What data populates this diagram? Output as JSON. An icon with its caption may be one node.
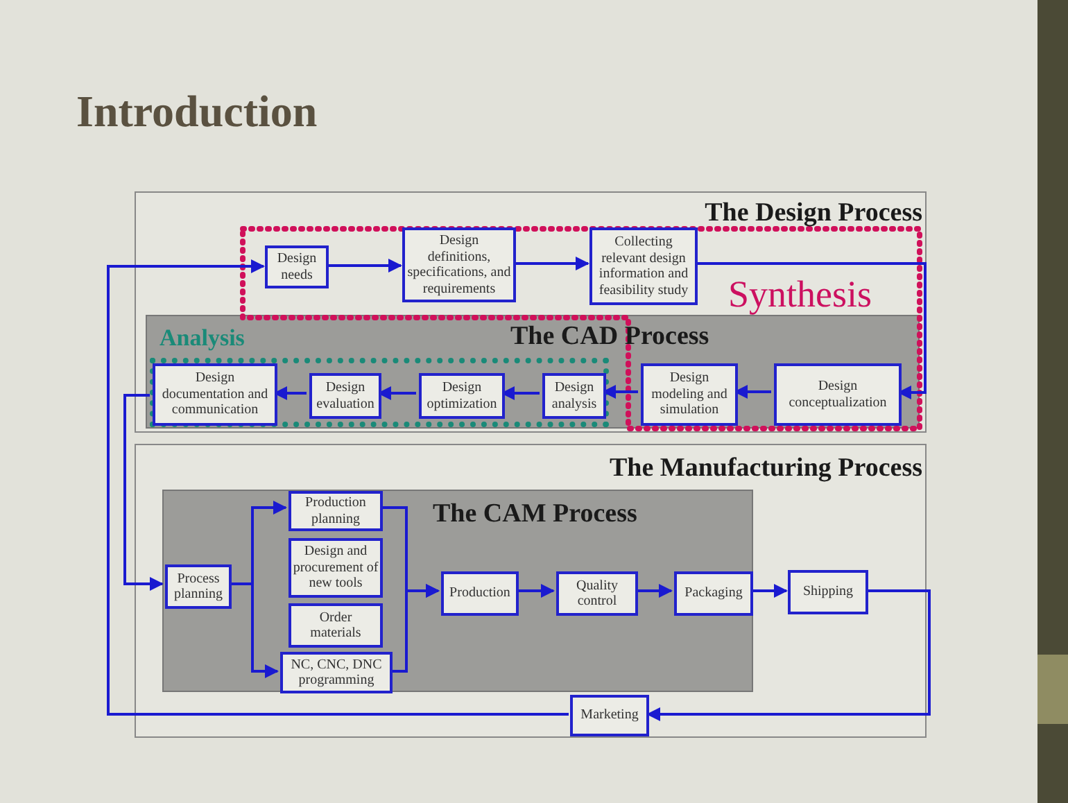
{
  "diagram": {
    "title": "Introduction",
    "nodes": [
      {
        "text": [
          "The Design Process"
        ]
      },
      {
        "text": [
          "Synthesis"
        ],
        "in": 0
      },
      {
        "text": [
          "The CAD Process"
        ],
        "in": 0
      },
      {
        "text": [
          "Analysis"
        ],
        "in": 2
      },
      {
        "text": [
          "Design needs"
        ],
        "in": 1
      },
      {
        "text": [
          "Design definitions, specifications, and requirements"
        ],
        "in": 1
      },
      {
        "text": [
          "Collecting relevant design information and feasibility study"
        ],
        "in": 1
      },
      {
        "text": [
          "Design conceptualization"
        ],
        "in": 2
      },
      {
        "text": [
          "Design modeling and simulation"
        ],
        "in": 2
      },
      {
        "text": [
          "Design analysis"
        ],
        "in": 3
      },
      {
        "text": [
          "Design optimization"
        ],
        "in": 3
      },
      {
        "text": [
          "Design evaluation"
        ],
        "in": 3
      },
      {
        "text": [
          "Design documentation and communication"
        ],
        "in": 3
      },
      {
        "text": [
          "The Manufacturing Process"
        ]
      },
      {
        "text": [
          "The CAM Process"
        ],
        "in": 13
      },
      {
        "text": [
          "Process planning"
        ],
        "in": 14
      },
      {
        "text": [
          "Production planning"
        ],
        "in": 14
      },
      {
        "text": [
          "Design and procurement of new tools"
        ],
        "in": 14
      },
      {
        "text": [
          "Order materials"
        ],
        "in": 14
      },
      {
        "text": [
          "NC, CNC, DNC programming"
        ],
        "in": 14
      },
      {
        "text": [
          "Production"
        ],
        "in": 14
      },
      {
        "text": [
          "Quality control"
        ],
        "in": 14
      },
      {
        "text": [
          "Packaging"
        ],
        "in": 14
      },
      {
        "text": [
          "Shipping"
        ],
        "in": 13
      },
      {
        "text": [
          "Marketing"
        ],
        "in": 13
      }
    ],
    "edges": [
      {
        "from": 4,
        "to": 5,
        "arrow": "to"
      },
      {
        "from": 5,
        "to": 6,
        "arrow": "to"
      },
      {
        "from": 6,
        "to": 7,
        "arrow": "to"
      },
      {
        "from": 7,
        "to": 8,
        "arrow": "to"
      },
      {
        "from": 8,
        "to": 9,
        "arrow": "to"
      },
      {
        "from": 9,
        "to": 10,
        "arrow": "to"
      },
      {
        "from": 10,
        "to": 11,
        "arrow": "to"
      },
      {
        "from": 11,
        "to": 12,
        "arrow": "to"
      },
      {
        "from": 12,
        "to": 15,
        "arrow": "to"
      },
      {
        "from": 15,
        "to": 16,
        "arrow": "to"
      },
      {
        "from": 15,
        "to": 19,
        "arrow": "to"
      },
      {
        "from": 16,
        "to": 20,
        "arrow": "to"
      },
      {
        "from": 19,
        "to": 20,
        "arrow": "to"
      },
      {
        "from": 20,
        "to": 21,
        "arrow": "to"
      },
      {
        "from": 21,
        "to": 22,
        "arrow": "to"
      },
      {
        "from": 22,
        "to": 23,
        "arrow": "to"
      },
      {
        "from": 23,
        "to": 24,
        "arrow": "to"
      },
      {
        "from": 24,
        "to": 4,
        "arrow": "to"
      }
    ]
  }
}
